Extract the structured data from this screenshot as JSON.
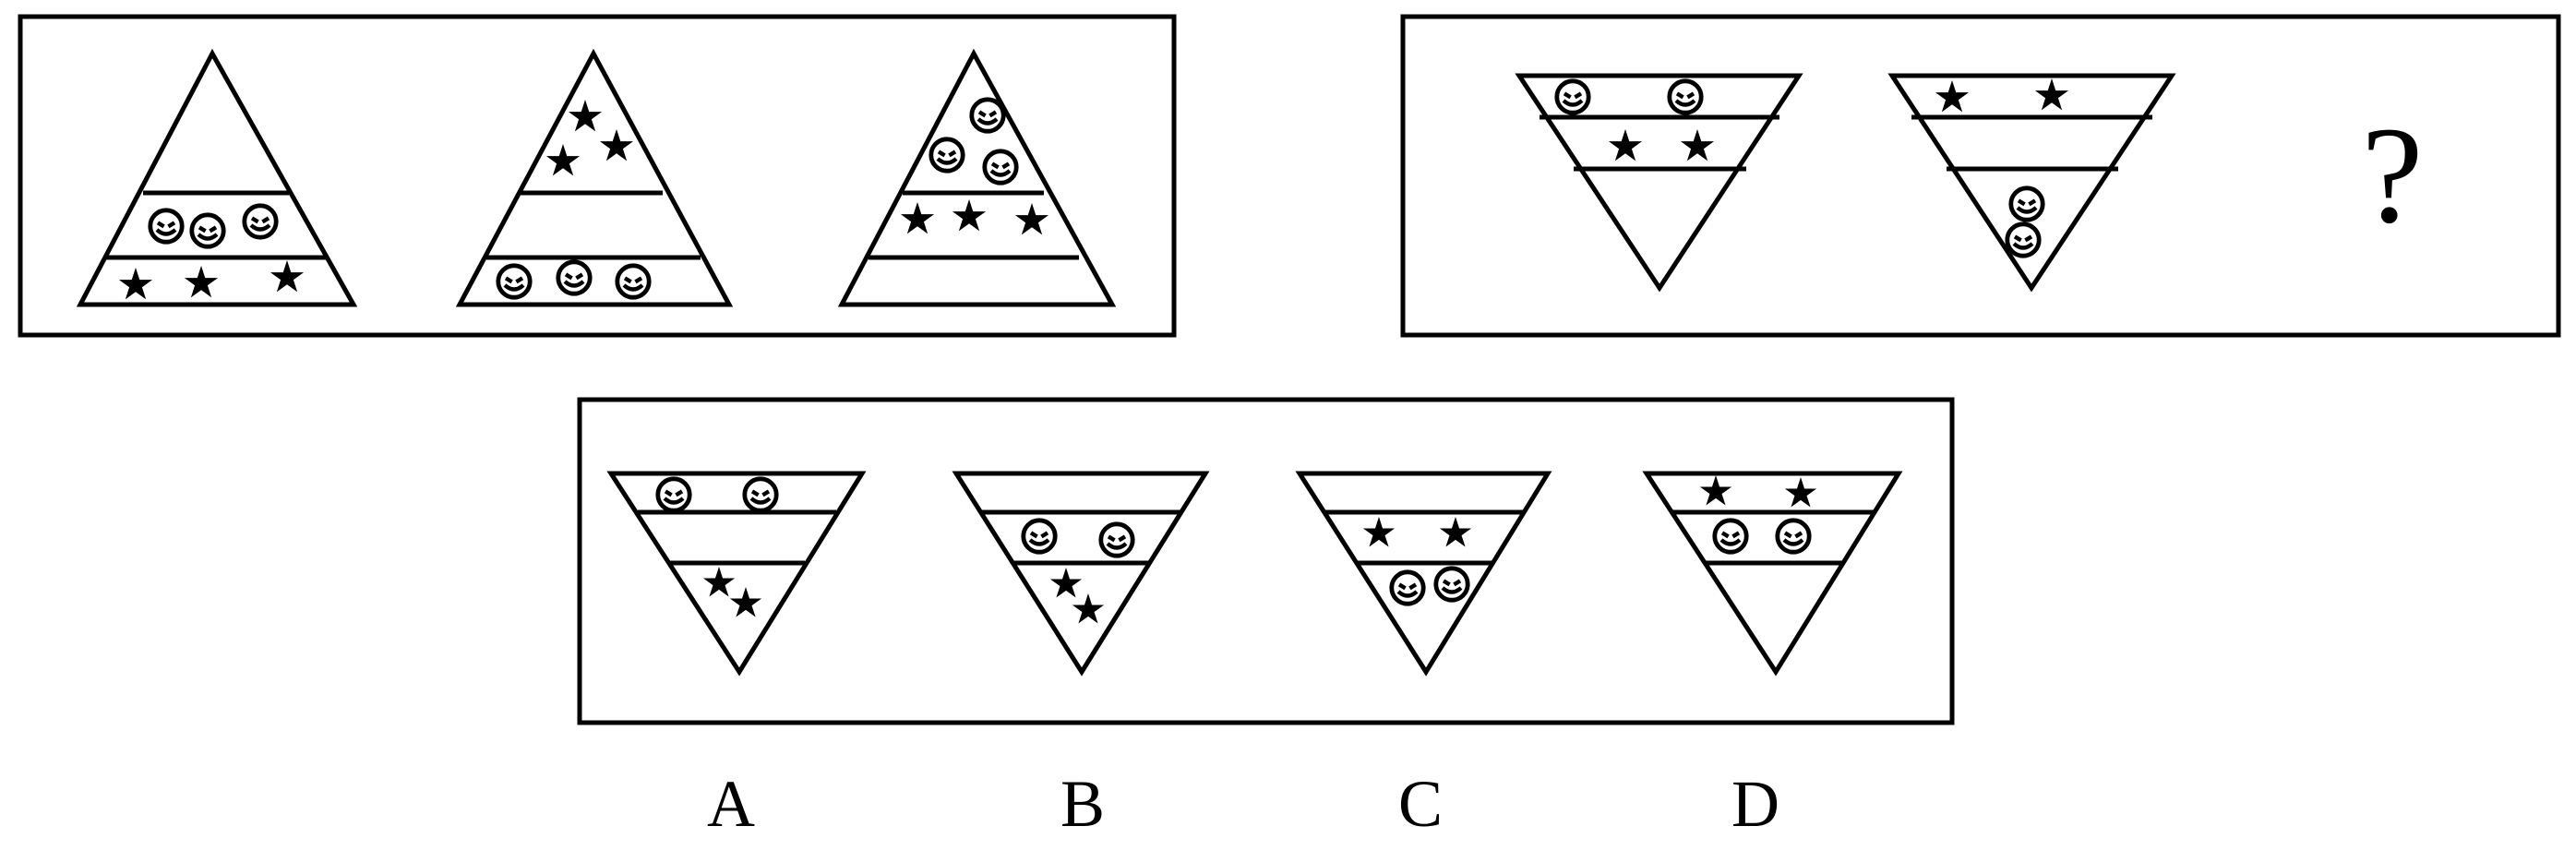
{
  "colors": {
    "ink": "#000000",
    "paper": "#ffffff"
  },
  "icons": {
    "star": "star-icon",
    "face": "smiley-face-icon"
  },
  "puzzle": {
    "question_mark": "?",
    "options": [
      {
        "label": "A"
      },
      {
        "label": "B"
      },
      {
        "label": "C"
      },
      {
        "label": "D"
      }
    ]
  }
}
